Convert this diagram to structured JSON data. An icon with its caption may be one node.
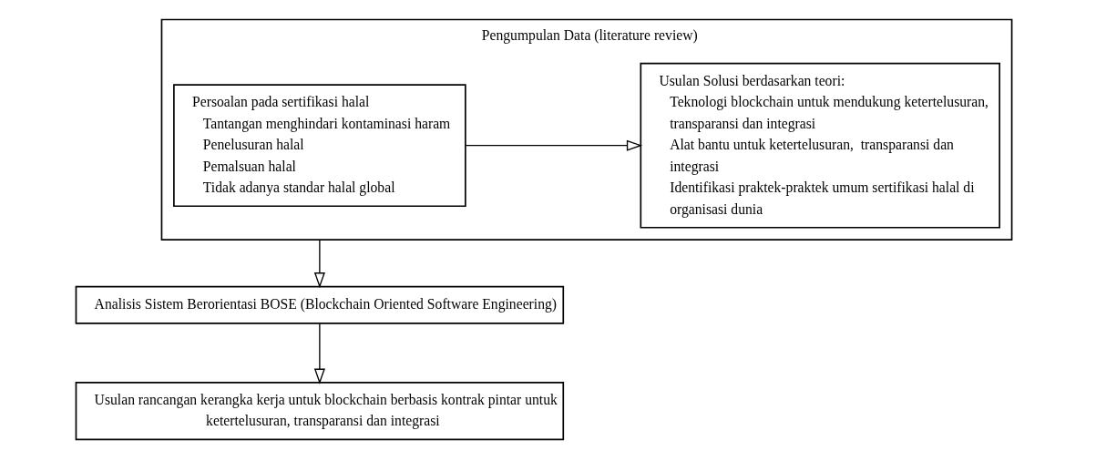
{
  "diagram": {
    "nodes": [
      {
        "text": [
          "Pengumpulan Data (literature review)"
        ]
      },
      {
        "text": [
          "Persoalan pada sertifikasi halal",
          "Tantangan menghindari kontaminasi haram",
          "Penelusuran halal",
          "Pemalsuan halal",
          "Tidak adanya standar halal global"
        ],
        "in": 0
      },
      {
        "text": [
          "Usulan Solusi berdasarkan teori:",
          "Teknologi blockchain untuk mendukung ketertelusuran, transparansi dan integrasi",
          "Alat bantu untuk ketertelusuran,  transparansi dan integrasi",
          "Identifikasi praktek-praktek umum sertifikasi halal di organisasi dunia"
        ],
        "in": 0
      },
      {
        "text": [
          "Analisis Sistem Berorientasi BOSE (Blockchain Oriented Software Engineering)"
        ]
      },
      {
        "text": [
          "Usulan rancangan kerangka kerja untuk blockchain berbasis kontrak pintar untuk ketertelusuran, transparansi dan integrasi"
        ]
      }
    ],
    "edges": [
      {
        "from": 1,
        "to": 2,
        "arrow": "to"
      },
      {
        "from": 0,
        "to": 3,
        "arrow": "to"
      },
      {
        "from": 3,
        "to": 4,
        "arrow": "to"
      }
    ]
  }
}
